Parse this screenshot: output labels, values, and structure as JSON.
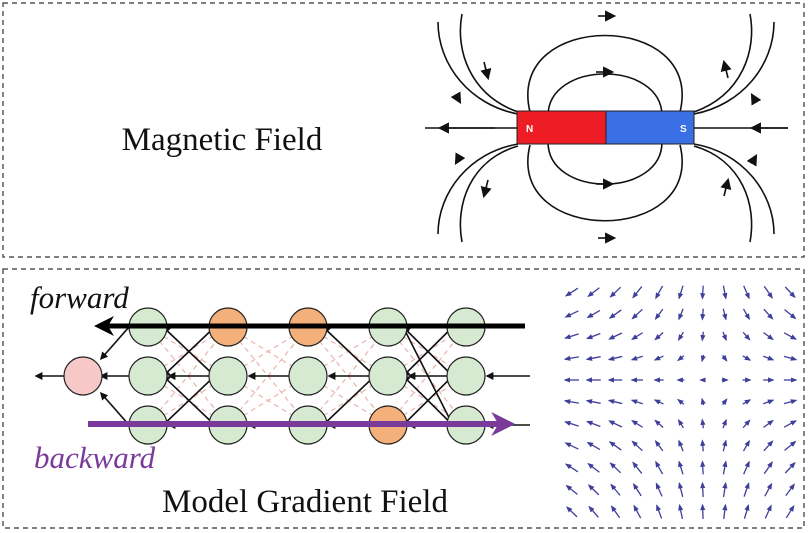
{
  "top_panel": {
    "title": "Magnetic Field",
    "magnet": {
      "north_label": "N",
      "south_label": "S",
      "north_color": "#ee1c25",
      "south_color": "#3b6fe6"
    }
  },
  "bottom_panel": {
    "title": "Model Gradient Field",
    "forward_label": "forward",
    "backward_label": "backward",
    "colors": {
      "forward_arrow": "#000000",
      "backward_arrow": "#7a3a9a",
      "node_green": "#d5ead0",
      "node_orange": "#f4b07a",
      "node_pink": "#f6c8c8",
      "vector_field": "#3f3f9a"
    }
  }
}
